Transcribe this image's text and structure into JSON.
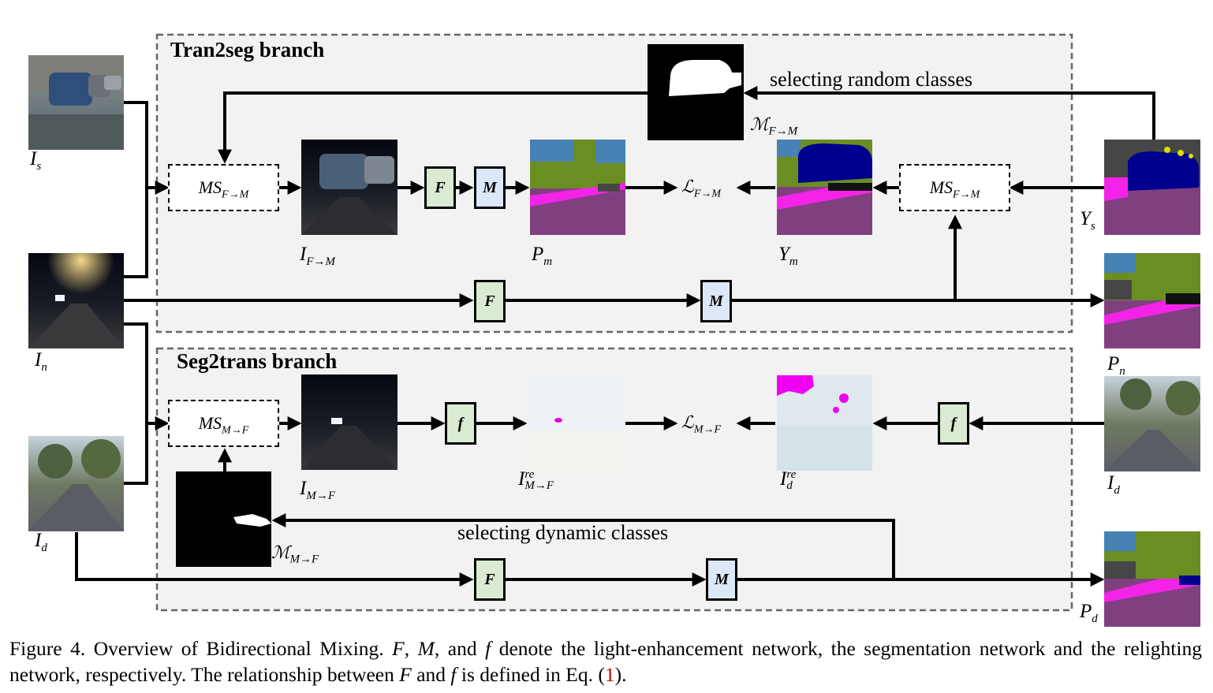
{
  "branches": {
    "top_title": "Tran2seg branch",
    "bottom_title": "Seg2trans branch"
  },
  "annotations": {
    "top_arrow_note": "selecting random classes",
    "bottom_arrow_note": "selecting dynamic classes"
  },
  "modules": {
    "F": "F",
    "M": "M",
    "f": "f",
    "ms_top_main": "MS",
    "ms_top_main_sub": "F→M",
    "ms_top_right": "MS",
    "ms_top_right_sub": "F→M",
    "ms_bottom": "MS",
    "ms_bottom_sub": "M→F"
  },
  "losses": {
    "top": "ℒ",
    "top_sub": "F→M",
    "bottom": "ℒ",
    "bottom_sub": "M→F"
  },
  "labels": {
    "Is": "I",
    "Is_sub": "s",
    "In": "I",
    "In_sub": "n",
    "Id_left": "I",
    "Id_left_sub": "d",
    "IFM": "I",
    "IFM_sub": "F→M",
    "Pm": "P",
    "Pm_sub": "m",
    "Ym": "Y",
    "Ym_sub": "m",
    "MFM": "ℳ",
    "MFM_sub": "F→M",
    "Ys": "Y",
    "Ys_sub": "s",
    "Pn": "P",
    "Pn_sub": "n",
    "IMF": "I",
    "IMF_sub": "M→F",
    "IreMF": "I",
    "IreMF_sup": "re",
    "IreMF_sub": "M→F",
    "Ired": "I",
    "Ired_sup": "re",
    "Ired_sub": "d",
    "Id_right": "I",
    "Id_right_sub": "d",
    "MMF": "ℳ",
    "MMF_sub": "M→F",
    "Pd": "P",
    "Pd_sub": "d"
  },
  "caption": {
    "text_a": "Figure 4.  Overview of Bidirectional Mixing.  ",
    "F": "F",
    "comma1": ", ",
    "M": "M",
    "text_b": ", and ",
    "f": "f",
    "text_c": " denote the light-enhancement network, the segmentation network and the relighting network, respectively. The relationship between ",
    "F2": "F",
    "text_d": " and ",
    "f2": "f",
    "text_e": " is defined in Eq. (",
    "ref": "1",
    "text_f": ")."
  },
  "colors": {
    "module_green": "#dbead3",
    "module_blue": "#dce8f8",
    "branch_bg": "#f2f2f2",
    "seg_road": "#804080",
    "seg_vegetation": "#6b8e23",
    "seg_sky": "#4682b4",
    "seg_sidewalk": "#f423e8",
    "seg_car": "#00008e",
    "seg_building": "#464646",
    "ref_red": "#cc0000"
  }
}
